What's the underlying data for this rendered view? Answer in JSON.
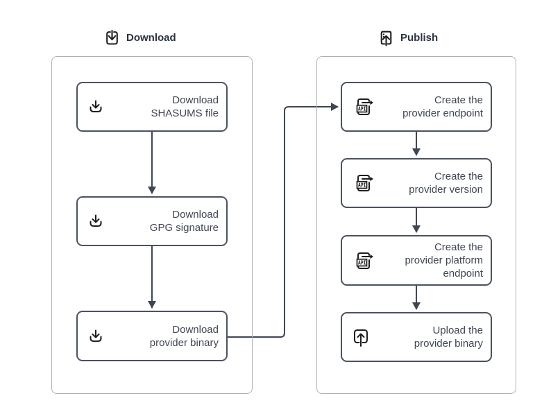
{
  "colors": {
    "node-border": "#4a5260",
    "node-text": "#3f4654",
    "container-border": "#acb2bb",
    "arrow": "#3e4654",
    "icon": "#1e1e1e",
    "header-text": "#2b3342",
    "background": "#ffffff"
  },
  "groups": [
    {
      "label": "Download",
      "icon": "download-box-icon",
      "nodes": [
        {
          "icon": "download-tray-icon",
          "label": "Download\nSHASUMS file"
        },
        {
          "icon": "download-tray-icon",
          "label": "Download\nGPG signature"
        },
        {
          "icon": "download-tray-icon",
          "label": "Download\nprovider binary"
        }
      ]
    },
    {
      "label": "Publish",
      "icon": "publish-box-icon",
      "nodes": [
        {
          "icon": "api-icon",
          "label": "Create the\nprovider endpoint"
        },
        {
          "icon": "api-icon",
          "label": "Create the\nprovider version"
        },
        {
          "icon": "api-icon",
          "label": "Create the\nprovider platform\nendpoint"
        },
        {
          "icon": "upload-icon",
          "label": "Upload the\nprovider binary"
        }
      ]
    }
  ],
  "edges": [
    {
      "from": "download-shasums-file",
      "to": "download-gpg-signature"
    },
    {
      "from": "download-gpg-signature",
      "to": "download-provider-binary"
    },
    {
      "from": "download-provider-binary",
      "to": "create-provider-endpoint"
    },
    {
      "from": "create-provider-endpoint",
      "to": "create-provider-version"
    },
    {
      "from": "create-provider-version",
      "to": "create-provider-platform-endpoint"
    },
    {
      "from": "create-provider-platform-endpoint",
      "to": "upload-provider-binary"
    }
  ]
}
